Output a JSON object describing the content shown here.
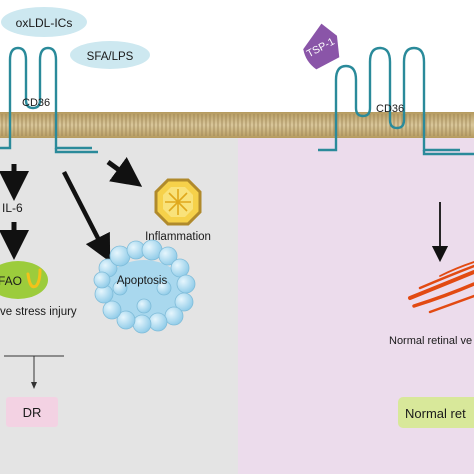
{
  "left_panel": {
    "ligands": [
      "oxLDL-ICs",
      "SFA/LPS"
    ],
    "receptor": "CD36",
    "cytokine": "IL-6",
    "fao_label": "FAO",
    "stress_label": "ve stress injury",
    "apoptosis": "Apoptosis",
    "inflammation": "Inflammation",
    "outcome": "DR"
  },
  "right_panel": {
    "ligand": "TSP-1",
    "receptor": "CD36",
    "vessel_label": "Normal retinal ve",
    "outcome": "Normal ret"
  },
  "colors": {
    "left_bg": "#e4e4e4",
    "right_bg": "#ecdcec",
    "receptor": "#2a8a9a",
    "ligand_fill": "#cde8f0",
    "tsp1_fill": "#8a55a8",
    "membrane": "#c9b27e",
    "apoptosis_fill": "#a9d8ee",
    "outcome_left_fill": "#f3d2e3",
    "outcome_right_fill": "#d8e89a",
    "fao_fill": "#9ccc3c",
    "vessel": "#e24a12"
  }
}
